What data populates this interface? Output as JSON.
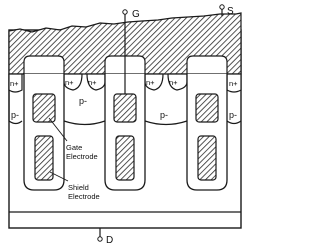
{
  "terminals": {
    "gate": "G",
    "source": "S",
    "drain": "D"
  },
  "regions": {
    "n_plus": "n+",
    "p_minus": "p-"
  },
  "annotations": {
    "gate_electrode_line1": "Gate",
    "gate_electrode_line2": "Electrode",
    "shield_electrode_line1": "Shield",
    "shield_electrode_line2": "Electrode"
  },
  "colors": {
    "line": "#1a1a1a",
    "hatch": "#2a2a2a",
    "background": "#ffffff"
  }
}
